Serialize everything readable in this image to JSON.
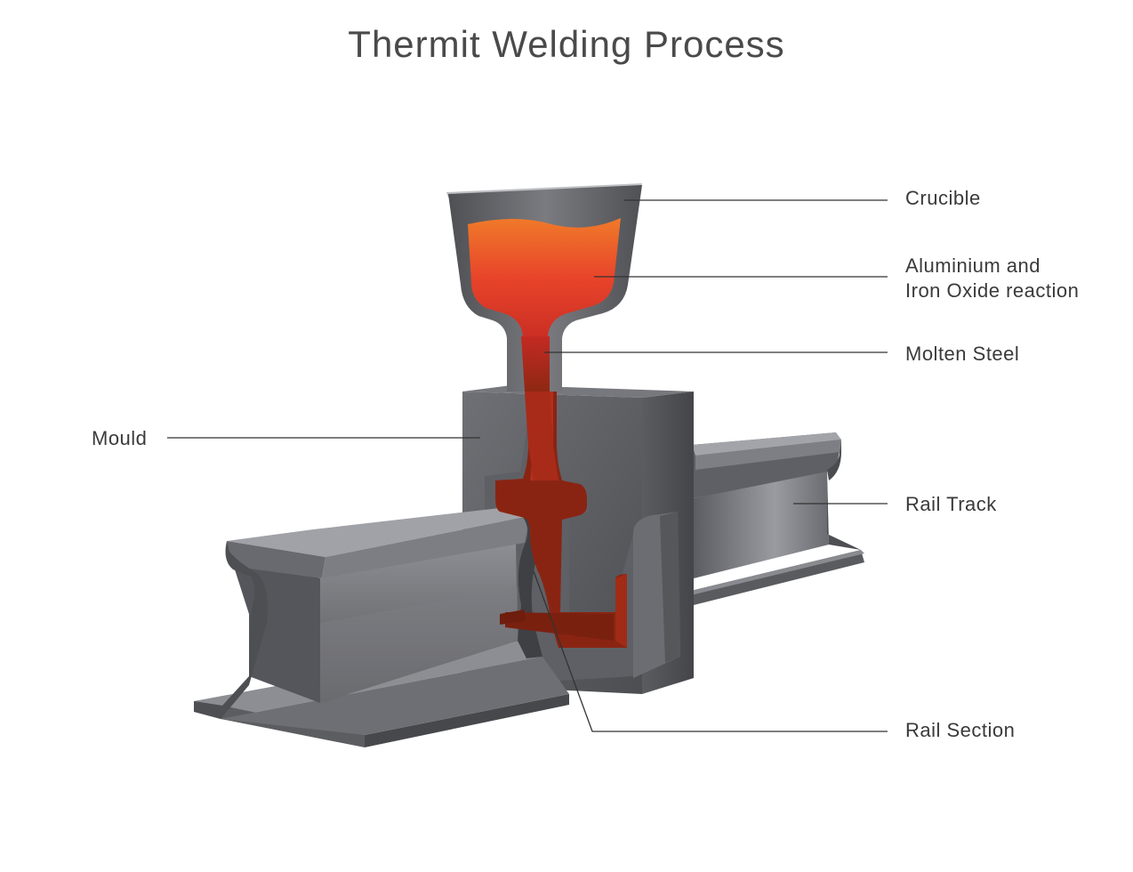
{
  "title": "Thermit Welding Process",
  "labels": {
    "crucible": "Crucible",
    "reaction_line1": "Aluminium and",
    "reaction_line2": "Iron Oxide reaction",
    "molten_steel": "Molten Steel",
    "mould": "Mould",
    "rail_track": "Rail Track",
    "rail_section": "Rail Section"
  },
  "colors": {
    "steel_dark": "#4a4b4f",
    "steel_mid": "#6c6d72",
    "steel_light": "#9a9ba0",
    "molten_top": "#f07a2a",
    "molten_mid": "#e03a22",
    "molten_dark": "#8a2410"
  }
}
